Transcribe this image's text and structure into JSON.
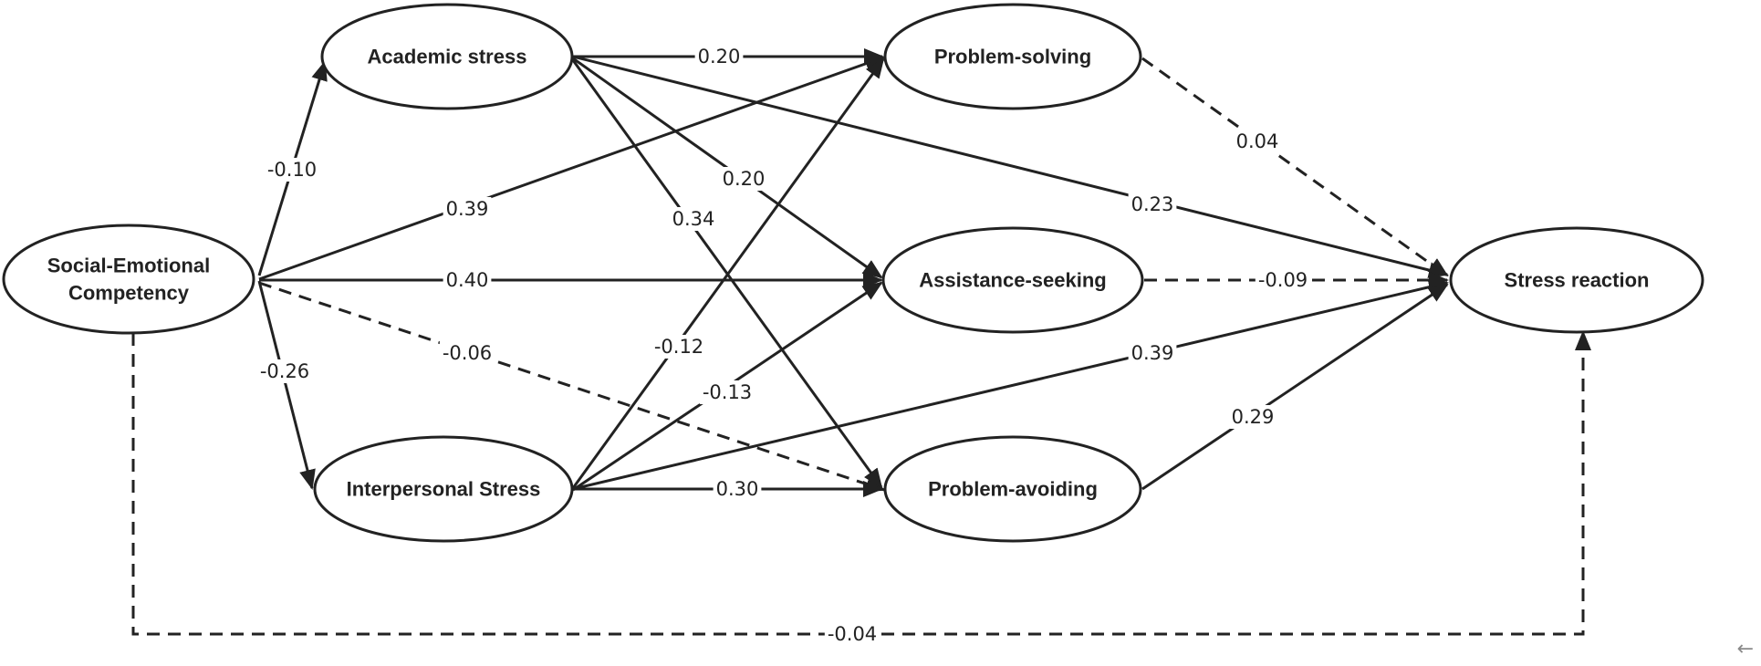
{
  "diagram": {
    "nodes": [
      {
        "id": "sec",
        "label_lines": [
          "Social-Emotional",
          "Competency"
        ]
      },
      {
        "id": "academic",
        "label_lines": [
          "Academic stress"
        ]
      },
      {
        "id": "interpersonal",
        "label_lines": [
          "Interpersonal Stress"
        ]
      },
      {
        "id": "solving",
        "label_lines": [
          "Problem-solving"
        ]
      },
      {
        "id": "assist",
        "label_lines": [
          "Assistance-seeking"
        ]
      },
      {
        "id": "avoid",
        "label_lines": [
          "Problem-avoiding"
        ]
      },
      {
        "id": "stress",
        "label_lines": [
          "Stress reaction"
        ]
      }
    ],
    "edges": [
      {
        "from": "sec",
        "to": "academic",
        "coefficient": "-0.10",
        "style": "solid"
      },
      {
        "from": "sec",
        "to": "interpersonal",
        "coefficient": "-0.26",
        "style": "solid"
      },
      {
        "from": "sec",
        "to": "solving",
        "coefficient": "0.39",
        "style": "solid"
      },
      {
        "from": "sec",
        "to": "assist",
        "coefficient": "0.40",
        "style": "solid"
      },
      {
        "from": "sec",
        "to": "avoid",
        "coefficient": "-0.06",
        "style": "dashed"
      },
      {
        "from": "sec",
        "to": "stress",
        "coefficient": "-0.04",
        "style": "dashed"
      },
      {
        "from": "academic",
        "to": "solving",
        "coefficient": "0.20",
        "style": "solid"
      },
      {
        "from": "academic",
        "to": "assist",
        "coefficient": "0.20",
        "style": "solid"
      },
      {
        "from": "academic",
        "to": "avoid",
        "coefficient": "0.34",
        "style": "solid"
      },
      {
        "from": "academic",
        "to": "stress",
        "coefficient": "0.23",
        "style": "solid"
      },
      {
        "from": "interpersonal",
        "to": "solving",
        "coefficient": "-0.12",
        "style": "solid"
      },
      {
        "from": "interpersonal",
        "to": "assist",
        "coefficient": "-0.13",
        "style": "solid"
      },
      {
        "from": "interpersonal",
        "to": "avoid",
        "coefficient": "0.30",
        "style": "solid"
      },
      {
        "from": "interpersonal",
        "to": "stress",
        "coefficient": "0.39",
        "style": "solid"
      },
      {
        "from": "solving",
        "to": "stress",
        "coefficient": "0.04",
        "style": "dashed"
      },
      {
        "from": "assist",
        "to": "stress",
        "coefficient": "-0.09",
        "style": "dashed"
      },
      {
        "from": "avoid",
        "to": "stress",
        "coefficient": "0.29",
        "style": "solid"
      }
    ]
  },
  "corner_icon": {
    "icon": "arrow-left-icon",
    "glyph": "←"
  }
}
